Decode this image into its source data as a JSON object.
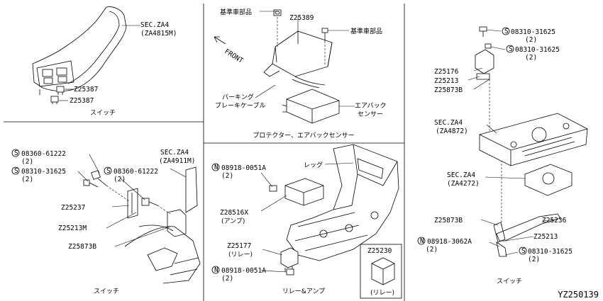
{
  "figure_id": "YZ250139",
  "panels": {
    "switch_a": {
      "caption": "スイッチ",
      "labels": {
        "sec": "SEC.ZA4",
        "sec_ref": "(ZA4815M)",
        "part1": "Z25387",
        "part2": "Z25387"
      }
    },
    "protector": {
      "caption": "プロテクター、エアバックセンサー",
      "labels": {
        "std_part_1": "基準車部品",
        "part": "Z25389",
        "std_part_2": "基準車部品",
        "front": "FRONT",
        "cable_1": "パーキング",
        "cable_2": "ブレーキケーブル",
        "sensor_1": "エアバック",
        "sensor_2": "センサー"
      }
    },
    "seat": {
      "labels": {
        "screw1": "08310-31625",
        "screw1_qty": "(2)",
        "screw2": "08310-31625",
        "screw2_qty": "(2)",
        "p1": "Z25176",
        "p2": "Z25213",
        "p3": "Z25873B",
        "sec1": "SEC.ZA4",
        "sec1_ref": "(ZA4872)",
        "sec2": "SEC.ZA4",
        "sec2_ref": "(ZA4272)"
      }
    },
    "switch_b": {
      "caption": "スイッチ",
      "labels": {
        "s1": "08360-61222",
        "s1_qty": "(2)",
        "s2": "08310-31625",
        "s2_qty": "(2)",
        "s3": "08360-61222",
        "s3_qty": "(2)",
        "sec": "SEC.ZA4",
        "sec_ref": "(ZA4911M)",
        "p1": "Z25237",
        "p2": "Z25213M",
        "p3": "Z25873B"
      }
    },
    "relay_amp": {
      "caption": "リレー&アンプ",
      "labels": {
        "n1": "08918-0051A",
        "n1_qty": "(2)",
        "leg": "レッグ",
        "amp": "Z28516X",
        "amp_jp": "(アンプ)",
        "relay": "Z25177",
        "relay_jp": "(リレー)",
        "n2": "08918-0051A",
        "n2_qty": "(2)",
        "inset_part": "Z25230",
        "inset_jp": "(リレー)"
      }
    },
    "switch_c": {
      "caption": "スイッチ",
      "labels": {
        "p1": "Z25873B",
        "p2": "Z25236",
        "p3": "Z25213",
        "n1": "08918-3062A",
        "n1_qty": "(2)",
        "s1": "08310-31625",
        "s1_qty": "(2)"
      }
    }
  }
}
